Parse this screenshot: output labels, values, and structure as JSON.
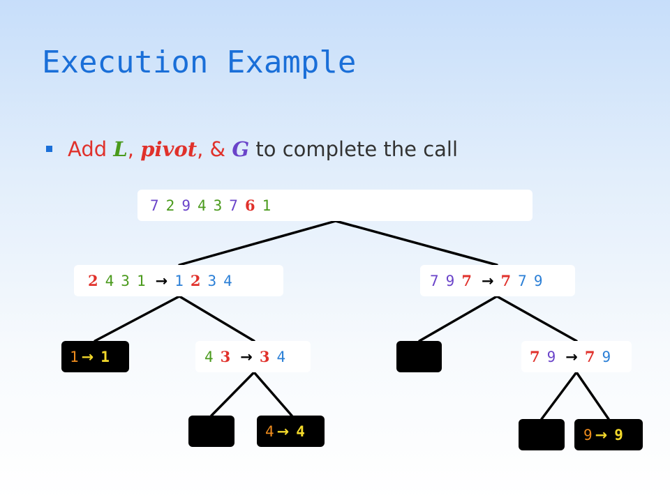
{
  "title": "Execution Example",
  "bullet": {
    "add": "Add",
    "L": "L",
    "comma1": ", ",
    "pivot": "pivot",
    "comma2": ", & ",
    "G": "G",
    "rest": " to complete the call"
  },
  "tree": {
    "root": [
      "7",
      "2",
      "9",
      "4",
      "3",
      "7",
      "6",
      "1"
    ],
    "left": {
      "input": [
        "2",
        "4",
        "3",
        "1"
      ],
      "arrow": "→",
      "output": [
        "1",
        "2",
        "3",
        "4"
      ]
    },
    "right": {
      "input": [
        "7",
        "9",
        "7"
      ],
      "arrow": "→",
      "output": [
        "7",
        "7",
        "9"
      ]
    },
    "ll": {
      "input": "1",
      "arrow": "→",
      "output": "1"
    },
    "lr": {
      "input": [
        "4",
        "3"
      ],
      "arrow": "→",
      "output": [
        "3",
        "4"
      ]
    },
    "rr": {
      "input": [
        "7",
        "9"
      ],
      "arrow": "→",
      "output": [
        "7",
        "9"
      ]
    },
    "lrr": {
      "input": "4",
      "arrow": "→",
      "output": "4"
    },
    "rrr": {
      "input": "9",
      "arrow": "→",
      "output": "9"
    }
  }
}
